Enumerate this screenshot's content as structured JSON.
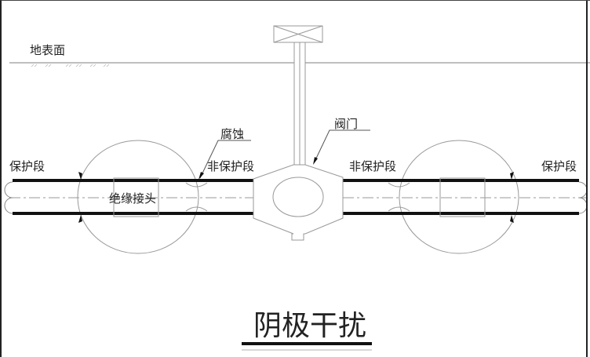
{
  "labels": {
    "ground_surface": "地表面",
    "protected_left": "保护段",
    "protected_right": "保护段",
    "unprotected_left": "非保护段",
    "unprotected_right": "非保护段",
    "corrosion": "腐蚀",
    "valve": "阀门",
    "insulating_joint": "绝缘接头"
  },
  "title": "阴极干扰"
}
